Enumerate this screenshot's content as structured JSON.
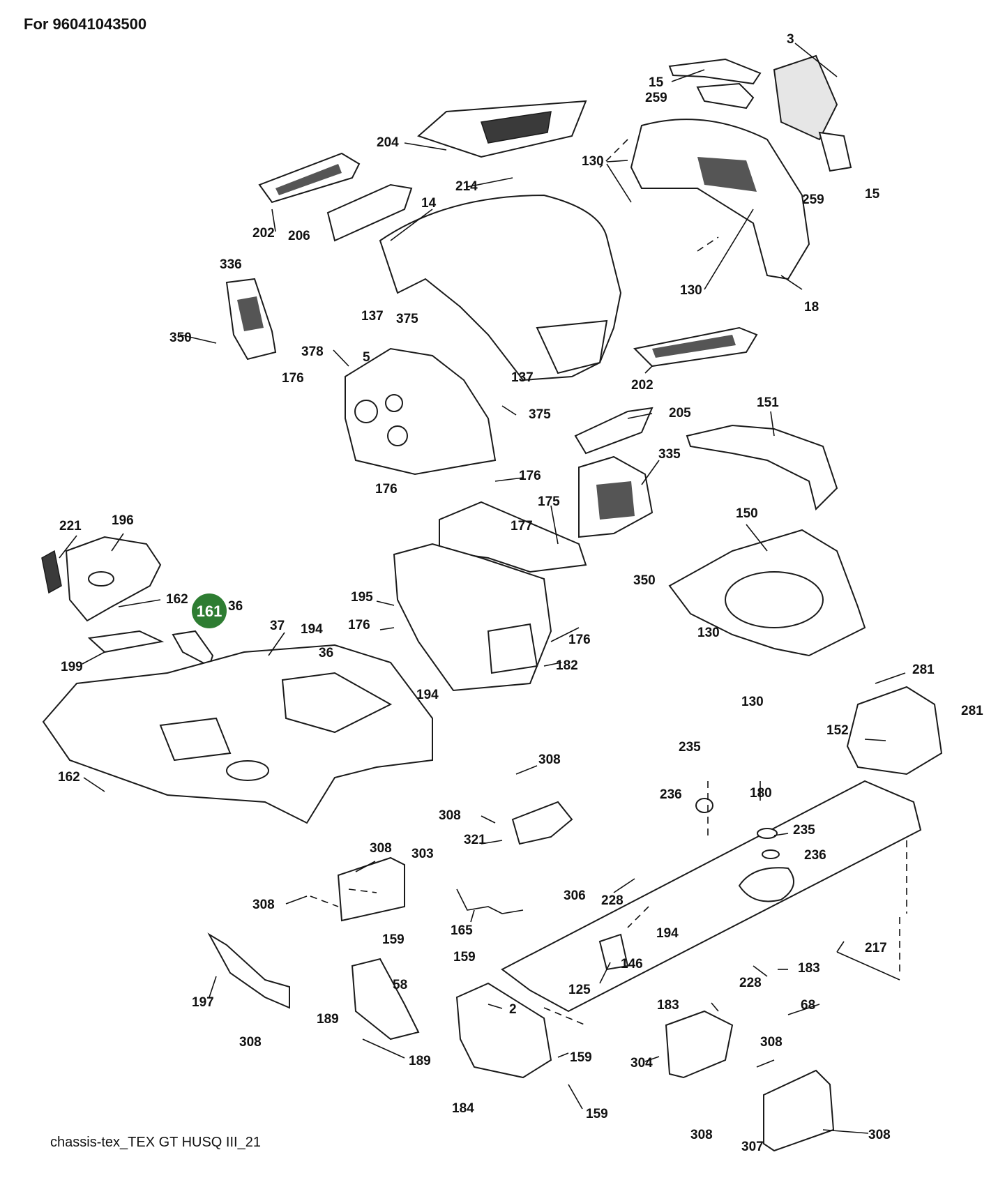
{
  "header": {
    "title": "For 96041043500"
  },
  "footer": {
    "caption": "chassis-tex_TEX GT HUSQ III_21"
  },
  "highlight": {
    "label": "161",
    "color": "#2e7d32"
  },
  "labels": [
    "3",
    "15",
    "259",
    "204",
    "130",
    "214",
    "15",
    "259",
    "202",
    "206",
    "14",
    "336",
    "130",
    "18",
    "137",
    "375",
    "350",
    "378",
    "5",
    "176",
    "137",
    "202",
    "375",
    "205",
    "151",
    "176",
    "176",
    "335",
    "175",
    "177",
    "221",
    "196",
    "150",
    "162",
    "36",
    "37",
    "194",
    "36",
    "195",
    "350",
    "176",
    "199",
    "130",
    "176",
    "182",
    "194",
    "281",
    "162",
    "130",
    "281",
    "152",
    "308",
    "235",
    "308",
    "236",
    "180",
    "321",
    "235",
    "236",
    "308",
    "303",
    "308",
    "306",
    "228",
    "165",
    "194",
    "159",
    "159",
    "217",
    "146",
    "183",
    "58",
    "197",
    "125",
    "228",
    "183",
    "68",
    "2",
    "189",
    "308",
    "159",
    "304",
    "308",
    "189",
    "184",
    "159",
    "308",
    "307",
    "308"
  ]
}
